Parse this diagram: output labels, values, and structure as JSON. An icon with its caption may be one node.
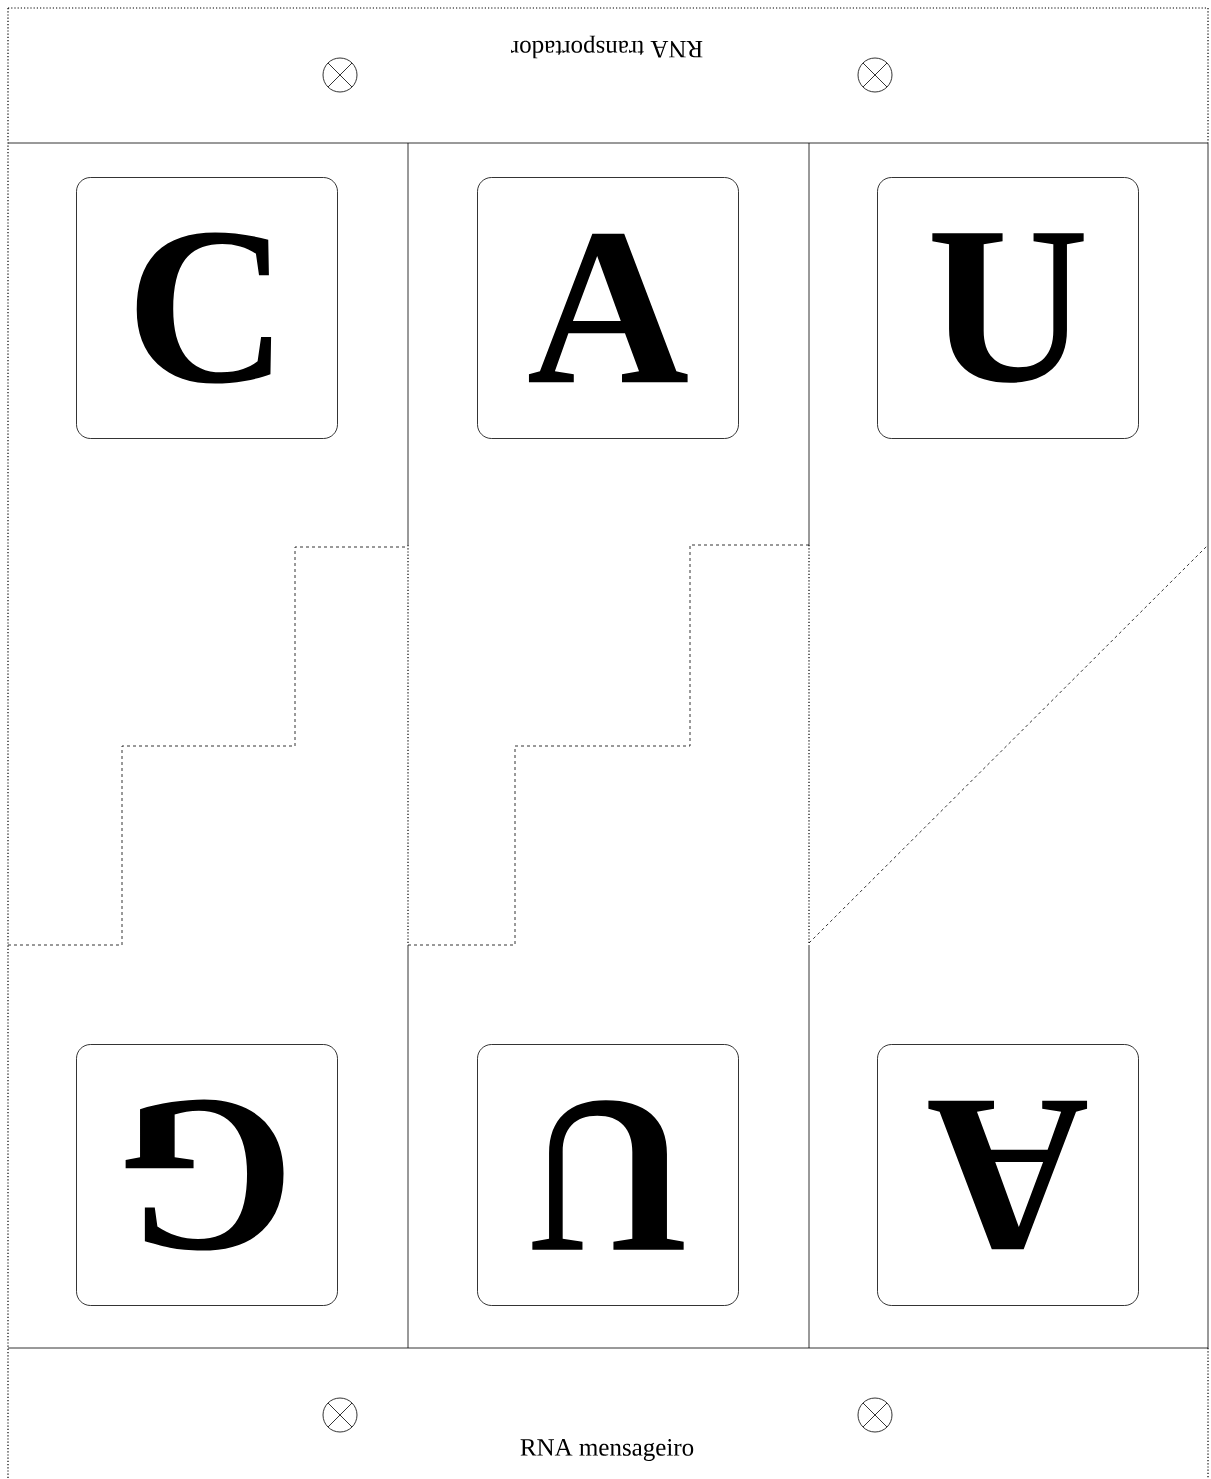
{
  "diagram": {
    "nodes": [
      {
        "text": [
          "C"
        ]
      },
      {
        "text": [
          "A"
        ]
      },
      {
        "text": [
          "U"
        ]
      },
      {
        "text": [
          "G"
        ]
      },
      {
        "text": [
          "U"
        ]
      },
      {
        "text": [
          "A"
        ]
      }
    ],
    "labels": [
      "RNA transportador",
      "RNA mensageiro"
    ]
  }
}
